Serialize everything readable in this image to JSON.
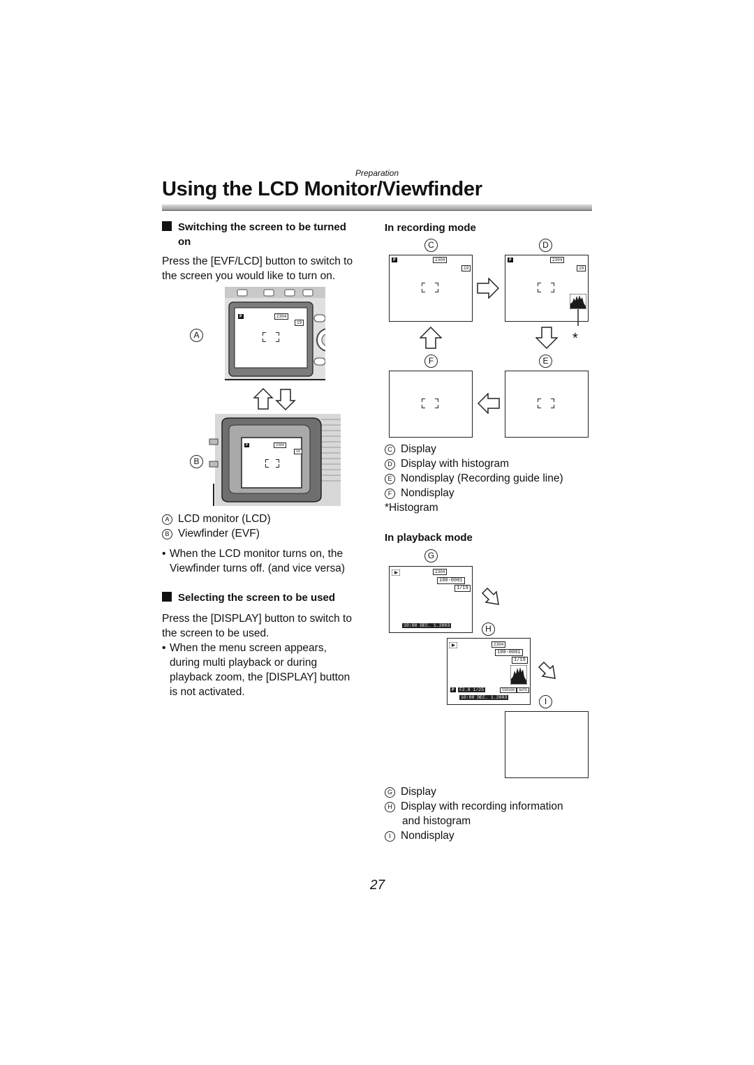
{
  "header": {
    "section": "Preparation",
    "title": "Using the LCD Monitor/Viewfinder"
  },
  "left": {
    "switching": {
      "heading_line1": "Switching the screen to be turned",
      "heading_line2": "on",
      "text_line1": "Press the [EVF/LCD] button to switch to",
      "text_line2": "the screen you would like to turn on."
    },
    "callouts": {
      "a": "A",
      "b": "B"
    },
    "legend": [
      {
        "key": "A",
        "text": "LCD monitor (LCD)"
      },
      {
        "key": "B",
        "text": "Viewfinder (EVF)"
      }
    ],
    "note_line1": "When the LCD monitor turns on, the",
    "note_line2": "Viewfinder turns off. (and vice versa)",
    "selecting": {
      "heading": "Selecting the screen to be used",
      "text_line1": "Press the [DISPLAY] button to switch to",
      "text_line2": "the screen to be used.",
      "bullet_line1": "When the menu screen appears,",
      "bullet_line2": "during multi playback or during",
      "bullet_line3": "playback zoom, the [DISPLAY] button",
      "bullet_line4": "is not activated."
    }
  },
  "recording": {
    "heading": "In recording mode",
    "labels": {
      "c": "C",
      "d": "D",
      "e": "E",
      "f": "F"
    },
    "legend": [
      {
        "key": "C",
        "text": "Display"
      },
      {
        "key": "D",
        "text": "Display with histogram"
      },
      {
        "key": "E",
        "text": "Nondisplay (Recording guide line)"
      },
      {
        "key": "F",
        "text": "Nondisplay"
      }
    ],
    "histogram_note": "Histogram",
    "asterisk": "*"
  },
  "playback": {
    "heading": "In playback mode",
    "labels": {
      "g": "G",
      "h": "H",
      "i": "I"
    },
    "legend": [
      {
        "key": "G",
        "text": "Display"
      },
      {
        "key": "H",
        "text": "Display with recording information"
      },
      {
        "key": "H2",
        "text": "and histogram"
      },
      {
        "key": "I",
        "text": "Nondisplay"
      }
    ]
  },
  "lcd": {
    "mode": "P",
    "resolution": "2304",
    "count": "19",
    "folder": "100-0001",
    "frame": "1/19",
    "datetime": "10:00  DEC.  1.2003",
    "exposure": "F2.8 1/25",
    "iso": "ISO100",
    "wb": "AUTO"
  },
  "page_number": "27"
}
